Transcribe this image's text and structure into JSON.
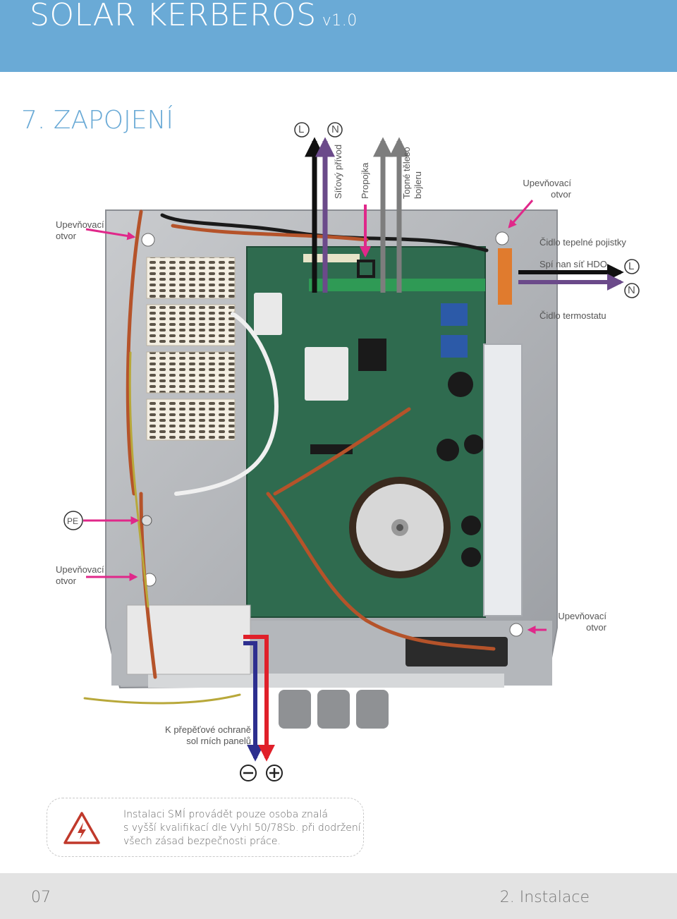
{
  "header": {
    "brand": "SOLAR KERBEROS",
    "version": "v1.0",
    "background": "#6aaad6"
  },
  "section": {
    "title": "7. ZAPOJENÍ"
  },
  "terminals": {
    "L": "L",
    "N": "N"
  },
  "labels": {
    "sitovy_privod": "Síťový přívod",
    "propojka": "Propojka",
    "topne_teleso_line1": "Topné těleso",
    "topne_teleso_line2": "bojleru",
    "upev_top_right_1": "Upevňovací",
    "upev_top_right_2": "otvor",
    "upev_top_left_1": "Upevňovací",
    "upev_top_left_2": "otvor",
    "cidlo_pojistky": "Čidlo tepelné pojistky",
    "spinana_sit": "Spí nan  síť HDO",
    "cidlo_termostatu": "Čidlo termostatu",
    "pe": "PE",
    "upev_mid_left_1": "Upevňovací",
    "upev_mid_left_2": "otvor",
    "upev_bottom_right_1": "Upevňovací",
    "upev_bottom_right_2": "otvor",
    "k_prepetove_1": "K přepěťové ochraně",
    "k_prepetove_2": "sol  rních panelů"
  },
  "polarity": {
    "minus": "minus-symbol",
    "plus": "plus-symbol"
  },
  "warning": {
    "icon": "high-voltage-warning-icon",
    "line1": "Instalaci SMÍ provádět pouze osoba znalá",
    "line2": "s vyšší kvalifikací dle Vyhl 50/78Sb. při dodržení",
    "line3": "všech zásad bezpečnosti práce."
  },
  "footer": {
    "page": "07",
    "chapter": "2. Instalace"
  },
  "colors": {
    "accent": "#6aaad6",
    "arrow_magenta": "#e0288a",
    "arrow_purple": "#6b4a8a",
    "arrow_black": "#111111",
    "arrow_grey": "#7d7d7d",
    "wire_blue": "#2d2f8f",
    "wire_red": "#e0202a",
    "warning_red": "#c0392b"
  }
}
